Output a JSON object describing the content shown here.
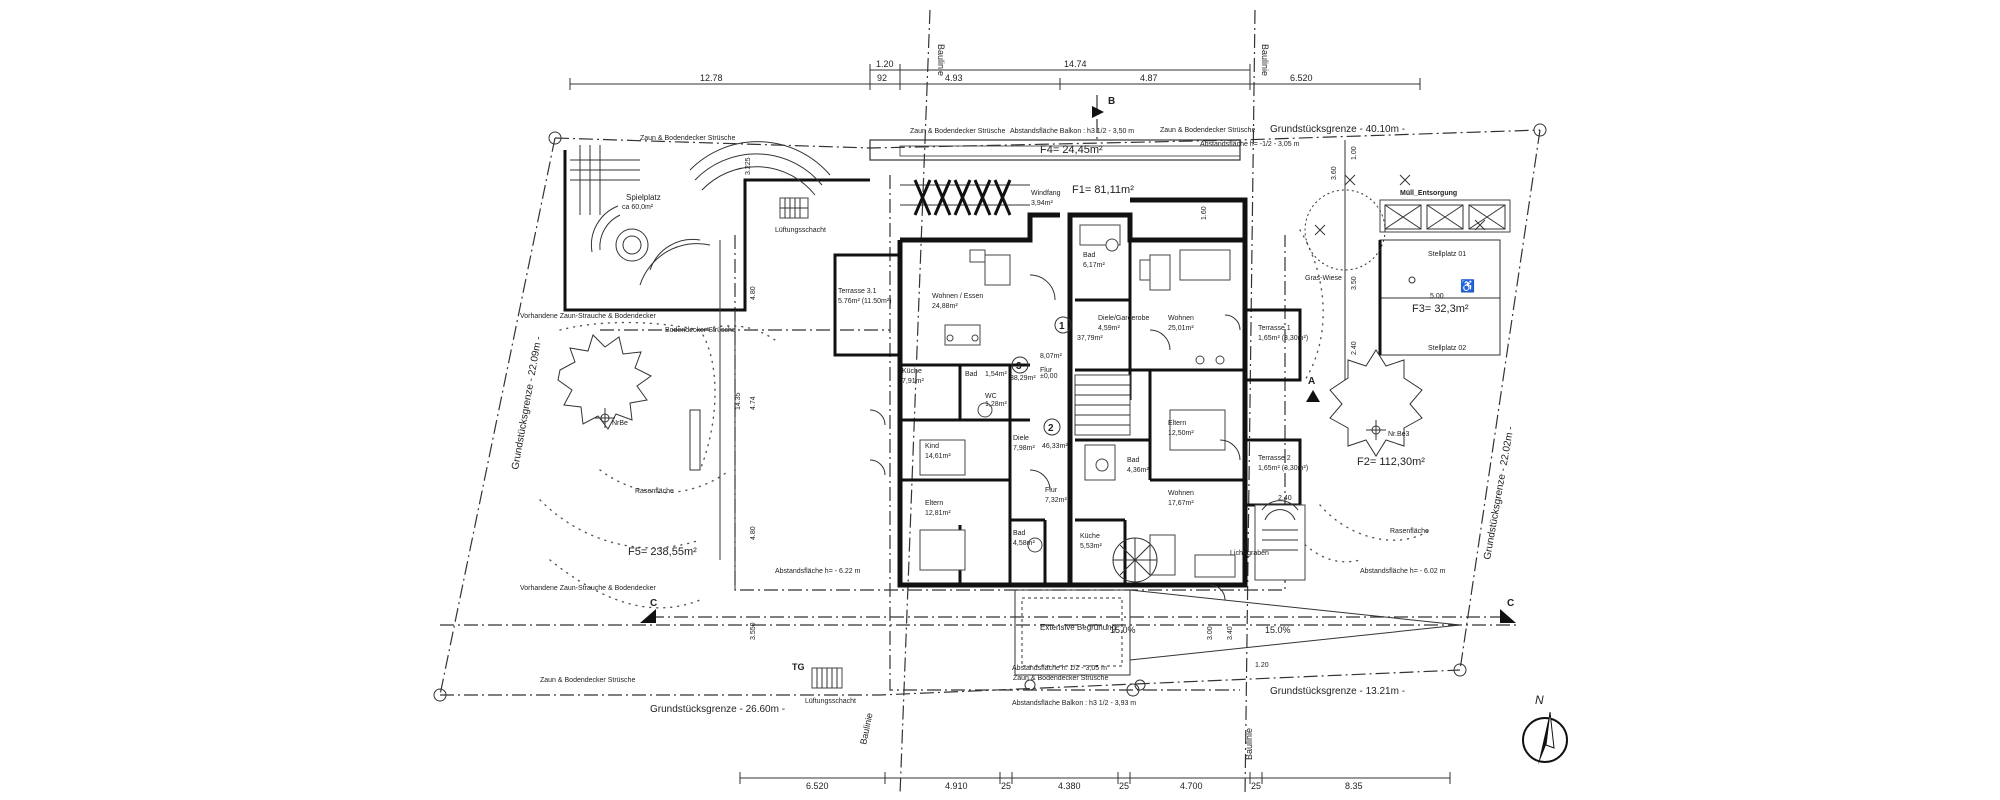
{
  "dimensions": {
    "top_row1": [
      "1.20",
      "14.74"
    ],
    "top_row2": [
      "12.78",
      "92",
      "4.93",
      "4.87",
      "6.520"
    ],
    "bottom": [
      "6.520",
      "4.910",
      "25",
      "4.380",
      "25",
      "4.700",
      "25",
      "8.35"
    ],
    "right_vertical": [
      "3.60",
      "1.00",
      "1.60",
      "3.50",
      "2.40"
    ],
    "left_vertical": [
      "3.225",
      "4.80",
      "4.74",
      "14.35",
      "4.80",
      "3.550"
    ],
    "misc": [
      "2.40",
      "3.00",
      "3.40",
      "1.20",
      "5.00"
    ]
  },
  "boundaries": {
    "top": "Grundstücksgrenze - 40.10m -",
    "bottom_left": "Grundstücksgrenze - 26.60m -",
    "bottom_right": "Grundstücksgrenze - 13.21m -",
    "left": "Grundstücksgrenze - 22.09m -",
    "right": "Grundstücksgrenze - 22.02m -",
    "baulinie": "Baulinie"
  },
  "areas": {
    "f1": "F1= 81,11m²",
    "f2": "F2= 112,30m²",
    "f3": "F3= 32,3m²",
    "f4": "F4= 24,45m²",
    "f5": "F5= 238,55m²"
  },
  "rooms": [
    {
      "name": "Terrasse 3.1",
      "area": "5.76m² (11.50m²)"
    },
    {
      "name": "Wohnen / Essen",
      "area": "24,88m²"
    },
    {
      "name": "Küche",
      "area": "7,91m²"
    },
    {
      "name": "Bad",
      "area": "1,54m²"
    },
    {
      "name": "WC",
      "area": "1,28m²"
    },
    {
      "name": "Kind",
      "area": "14,61m²"
    },
    {
      "name": "Diele",
      "area": "7,98m²"
    },
    {
      "name": "Eltern",
      "area": "12,81m²"
    },
    {
      "name": "Bad",
      "area": "4,58m²"
    },
    {
      "name": "Windfang",
      "area": "3,94m²"
    },
    {
      "name": "Bad",
      "area": "6,17m²"
    },
    {
      "name": "Diele/Garderobe",
      "area": "4,59m²"
    },
    {
      "name": "Wohnen",
      "area": "25,01m²"
    },
    {
      "name": "Flur",
      "area": "8,07m²"
    },
    {
      "name": "Eltern",
      "area": "12,50m²"
    },
    {
      "name": "Bad",
      "area": "4,36m²"
    },
    {
      "name": "Flur",
      "area": "7,32m²"
    },
    {
      "name": "Küche",
      "area": "5,53m²"
    },
    {
      "name": "Wohnen",
      "area": "17,67m²"
    },
    {
      "name": "Terrasse 1",
      "area": "1,65m² (3,30m²)"
    },
    {
      "name": "Terrasse 2",
      "area": "1,65m² (3,30m²)"
    }
  ],
  "unit_numbers": {
    "u1": "1",
    "u2": "2",
    "u3": "3",
    "stair1": "37,79m²",
    "stair2": "38,29m²",
    "stair3": "46,33m²"
  },
  "labels": {
    "spielplatz": "Spielplatz",
    "spielplatz_area": "ca 60,0m²",
    "lueftung_top": "Lüftungsschacht",
    "lueftung_bottom": "Lüftungsschacht",
    "tg": "TG",
    "zaun_top_left": "Zaun & Bodendecker Strüsche",
    "zaun_top_right": "Zaun & Bodendecker Strüsche",
    "zaun_bottom_left": "Zaun & Bodendecker Strüsche",
    "zaun_bottom_mid": "Zaun & Bodendecker Strüsche",
    "vorhandene_top": "Vorhandene Zaun-Strauche & Bodendecker",
    "vorhandene_bottom": "Vorhandene Zaun-Strauche & Bodendecker",
    "bodendecker_left": "Bodendecker Strüsche",
    "rasenflaeche": "Rasenfläche",
    "rasen_right": "Rasenfläche",
    "gras_wiese": "Gras-Wiese",
    "muell": "Müll_Entsorgung",
    "stellplatz1": "Stellplatz 01",
    "stellplatz2": "Stellplatz 02",
    "abstand_top": "Abstandsfläche Balkon : h3 1/2 - 3,50 m",
    "abstand_top_right": "Abstandsfläche h= -1/2 - 3,05 m",
    "abstand_left": "Abstandsfläche h= - 6.22 m",
    "abstand_right": "Abstandsfläche h= - 6.02 m",
    "abstand_bottom": "Abstandsfläche h: 1/2 - 3,05 m",
    "abstand_bottom2": "Abstandsfläche Balkon : h3 1/2 - 3,93 m",
    "lichtgraben": "Licht-graben",
    "rampe_left": "15.0%",
    "rampe_right": "15.0%",
    "extensive": "Extensive Begrünung",
    "section_a": "A",
    "section_b": "B",
    "section_c": "C",
    "north": "N",
    "nr_baum1": "NrBe",
    "nr_baum2": "Nr.Be3",
    "level": "±0,00"
  }
}
